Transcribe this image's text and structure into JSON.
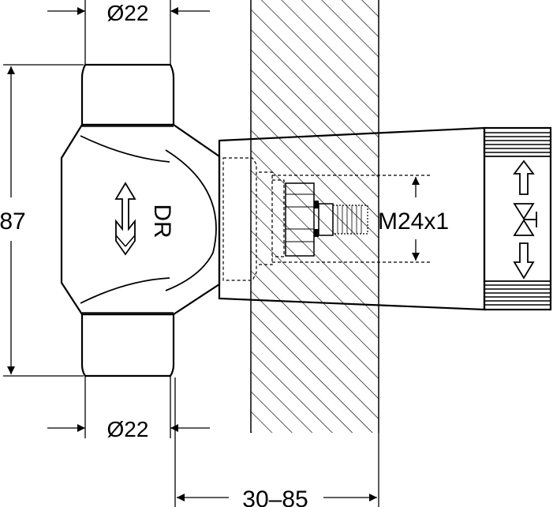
{
  "dimensions": {
    "top_diameter": "Ø22",
    "bottom_diameter": "Ø22",
    "height": "87",
    "thread": "M24x1",
    "depth_range": "30–85"
  },
  "markings": {
    "body_label": "DR"
  }
}
